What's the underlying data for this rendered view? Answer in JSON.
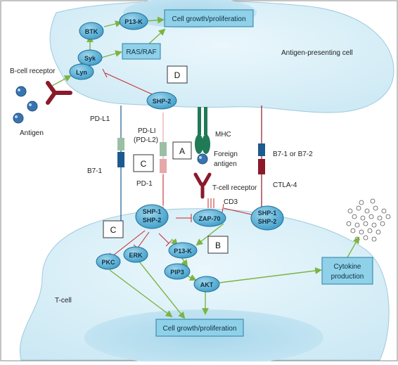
{
  "labels": {
    "antigen_presenting_cell": "Antigen-presenting cell",
    "t_cell": "T-cell",
    "b_cell_receptor": "B-cell receptor",
    "antigen": "Antigen",
    "pd_l1": "PD-L1",
    "pd_li": "PD-LI",
    "pd_l2": "(PD-L2)",
    "b7_1": "B7-1",
    "pd_1": "PD-1",
    "mhc": "MHC",
    "foreign_antigen_line1": "Foreign",
    "foreign_antigen_line2": "antigen",
    "t_cell_receptor": "T-cell receptor",
    "cd3": "CD3",
    "b7_1_or_b7_2": "B7-1 or B7-2",
    "ctla_4": "CTLA-4"
  },
  "nodes": {
    "btk": "BTK",
    "p13k_top": "P13-K",
    "syk": "Syk",
    "lyn": "Lyn",
    "shp2_top": "SHP-2",
    "shp1_left_line1": "SHP-1",
    "shp1_left_line2": "SHP-2",
    "zap70": "ZAP-70",
    "shp1_right_line1": "SHP-1",
    "shp1_right_line2": "SHP-2",
    "pkc": "PKC",
    "erk": "ERK",
    "p13k_bottom": "P13-K",
    "pip3": "PIP3",
    "akt": "AKT"
  },
  "boxes": {
    "cell_growth_top": "Cell growth/proliferation",
    "ras_raf": "RAS/RAF",
    "cell_growth_bottom": "Cell growth/proliferation",
    "cytokine_line1": "Cytokine",
    "cytokine_line2": "production"
  },
  "letter_boxes": {
    "a": "A",
    "b": "B",
    "c_upper": "C",
    "c_lower": "C",
    "d": "D"
  },
  "colors": {
    "cell_fill": "#d7eef7",
    "cell_inner": "#c2e4f2",
    "node_fill": "#5bb3d6",
    "node_stroke": "#1f6f9a",
    "box_fill": "#8fd1e8",
    "box_stroke": "#2b7fa6",
    "activation_arrow": "#7cb342",
    "inhibition_line": "#c62828",
    "receptor_dark": "#8b1a2b",
    "receptor_light": "#e6a8a8",
    "receptor_blue": "#1c5a8f",
    "receptor_green": "#9bbfa4",
    "mhc_green": "#1f7a55"
  }
}
